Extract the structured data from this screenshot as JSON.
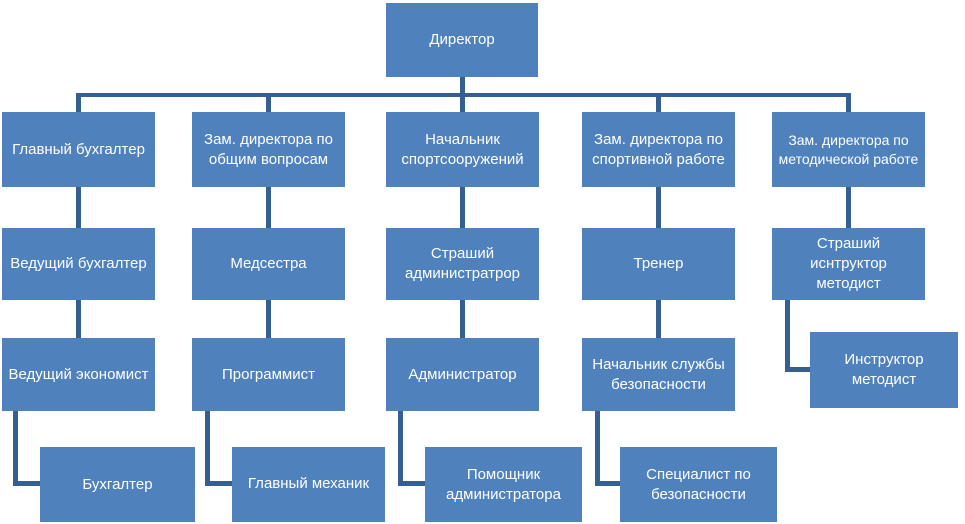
{
  "colors": {
    "background": "#ffffff",
    "box_fill": "#4f81bd",
    "connector": "#365f91",
    "text": "#ffffff"
  },
  "org_chart": {
    "type": "hierarchy",
    "root": "Директор",
    "branches": {
      "finance": {
        "l1": "Главный бухгалтер",
        "l2": "Ведущий бухгалтер",
        "l3": "Ведущий экономист",
        "l4": "Бухгалтер"
      },
      "general_affairs": {
        "l1": "Зам. директора по общим вопросам",
        "l2": "Медсестра",
        "l3": "Программист",
        "l4": "Главный механик"
      },
      "sports_facilities": {
        "l1": "Начальник спортсооружений",
        "l2": "Страший администратрор",
        "l3": "Администратор",
        "l4": "Помощник администратора"
      },
      "sports_work": {
        "l1": "Зам. директора по спортивной работе",
        "l2": "Тренер",
        "l3": "Начальник службы безопасности",
        "l4": "Специалист по безопасности"
      },
      "methodical_work": {
        "l1": "Зам. директора  по методической работе",
        "l2": "Страший иснтруктор методист",
        "l3": "Инструктор методист"
      }
    }
  }
}
